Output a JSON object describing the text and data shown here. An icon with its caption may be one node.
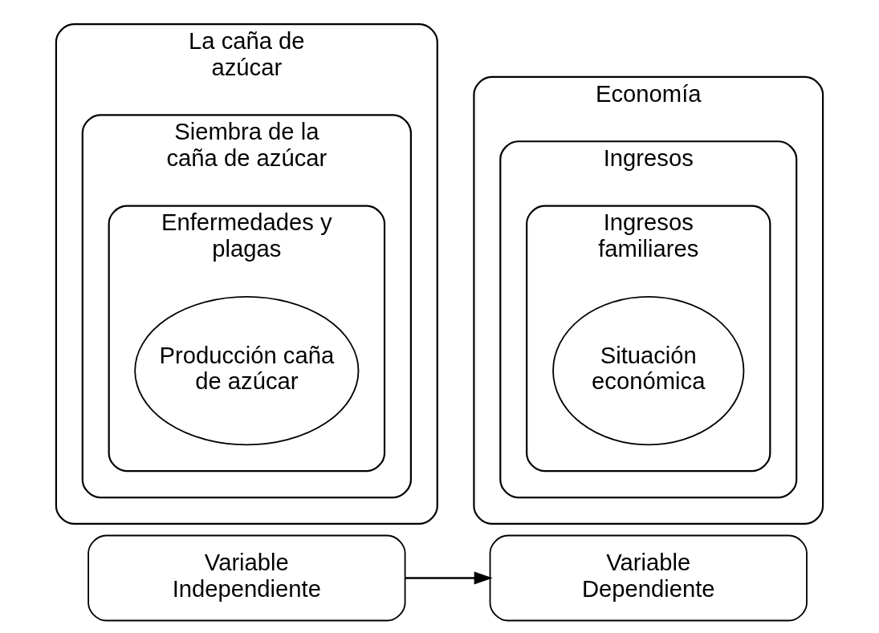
{
  "diagram": {
    "nodes": [
      {
        "text": [
          "La caña de azúcar"
        ]
      },
      {
        "text": [
          "Siembra de la caña de azúcar"
        ],
        "in": 0
      },
      {
        "text": [
          "Enfermedades y plagas"
        ],
        "in": 1
      },
      {
        "text": [
          "Producción caña de azúcar"
        ],
        "in": 2
      },
      {
        "text": [
          "Economía"
        ]
      },
      {
        "text": [
          "Ingresos"
        ],
        "in": 4
      },
      {
        "text": [
          "Ingresos familiares"
        ],
        "in": 5
      },
      {
        "text": [
          "Situación económica"
        ],
        "in": 6
      },
      {
        "text": [
          "Variable Independiente"
        ]
      },
      {
        "text": [
          "Variable Dependiente"
        ]
      }
    ],
    "edges": [
      {
        "from": 8,
        "to": 9,
        "arrow": "to"
      }
    ]
  }
}
